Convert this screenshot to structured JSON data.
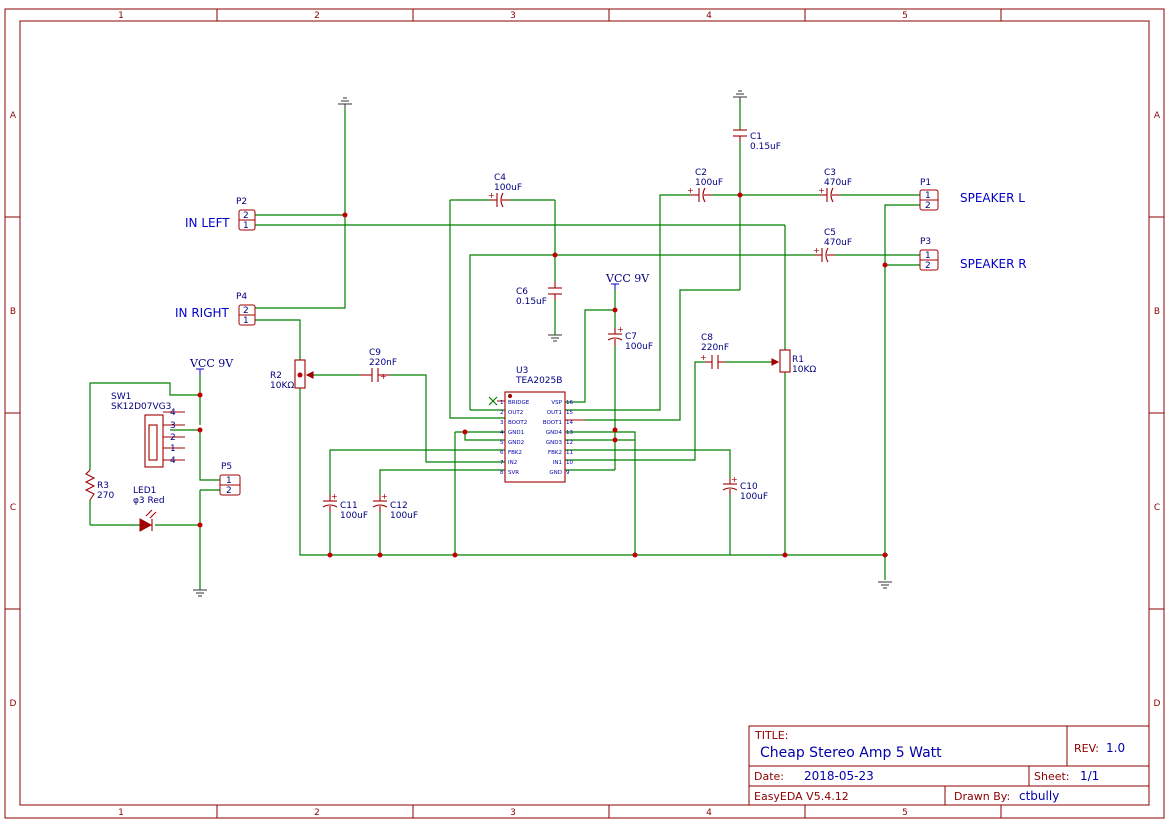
{
  "border": {
    "col_labels": [
      "1",
      "2",
      "3",
      "4",
      "5"
    ],
    "row_labels": [
      "A",
      "B",
      "C",
      "D"
    ]
  },
  "labels": {
    "in_left": "IN LEFT",
    "in_right": "IN RIGHT",
    "speaker_l": "SPEAKER L",
    "speaker_r": "SPEAKER R",
    "vcc_1": "VCC 9V",
    "vcc_2": "VCC 9V"
  },
  "components": {
    "c1": {
      "ref": "C1",
      "value": "0.15uF"
    },
    "c2": {
      "ref": "C2",
      "value": "100uF"
    },
    "c3": {
      "ref": "C3",
      "value": "470uF"
    },
    "c4": {
      "ref": "C4",
      "value": "100uF"
    },
    "c5": {
      "ref": "C5",
      "value": "470uF"
    },
    "c6": {
      "ref": "C6",
      "value": "0.15uF"
    },
    "c7": {
      "ref": "C7",
      "value": "100uF"
    },
    "c8": {
      "ref": "C8",
      "value": "220nF"
    },
    "c9": {
      "ref": "C9",
      "value": "220nF"
    },
    "c10": {
      "ref": "C10",
      "value": "100uF"
    },
    "c11": {
      "ref": "C11",
      "value": "100uF"
    },
    "c12": {
      "ref": "C12",
      "value": "100uF"
    },
    "r1": {
      "ref": "R1",
      "value": "10KΩ"
    },
    "r2": {
      "ref": "R2",
      "value": "10KΩ"
    },
    "r3": {
      "ref": "R3",
      "value": "270"
    },
    "led1": {
      "ref": "LED1",
      "value": "φ3 Red"
    },
    "sw1": {
      "ref": "SW1",
      "value": "SK12D07VG3"
    },
    "u3": {
      "ref": "U3",
      "value": "TEA2025B"
    },
    "p1": {
      "ref": "P1"
    },
    "p2": {
      "ref": "P2"
    },
    "p3": {
      "ref": "P3"
    },
    "p4": {
      "ref": "P4"
    },
    "p5": {
      "ref": "P5"
    }
  },
  "connector_pins": {
    "one": "1",
    "two": "2"
  },
  "switch_pins": [
    "4",
    "3",
    "2",
    "1",
    "4"
  ],
  "ic": {
    "left_pins": [
      {
        "num": "1",
        "name": "BRIDGE"
      },
      {
        "num": "2",
        "name": "OUT2"
      },
      {
        "num": "3",
        "name": "BOOT2"
      },
      {
        "num": "4",
        "name": "GND1"
      },
      {
        "num": "5",
        "name": "GND2"
      },
      {
        "num": "6",
        "name": "FBK2"
      },
      {
        "num": "7",
        "name": "IN2"
      },
      {
        "num": "8",
        "name": "SVR"
      }
    ],
    "right_pins": [
      {
        "num": "16",
        "name": "VSP"
      },
      {
        "num": "15",
        "name": "OUT1"
      },
      {
        "num": "14",
        "name": "BOOT1"
      },
      {
        "num": "13",
        "name": "GND4"
      },
      {
        "num": "12",
        "name": "GND3"
      },
      {
        "num": "11",
        "name": "FBK2"
      },
      {
        "num": "10",
        "name": "IN1"
      },
      {
        "num": "9",
        "name": "GND"
      }
    ]
  },
  "title_block": {
    "title_label": "TITLE:",
    "title": "Cheap Stereo Amp 5 Watt",
    "rev_label": "REV:",
    "rev": "1.0",
    "date_label": "Date:",
    "date": "2018-05-23",
    "sheet_label": "Sheet:",
    "sheet": "1/1",
    "tool": "EasyEDA V5.4.12",
    "drawn_label": "Drawn By:",
    "drawn_by": "ctbully"
  },
  "colors": {
    "frame": "#8b0000",
    "wire": "#008000",
    "label": "#0000cc",
    "part": "#a00000"
  }
}
